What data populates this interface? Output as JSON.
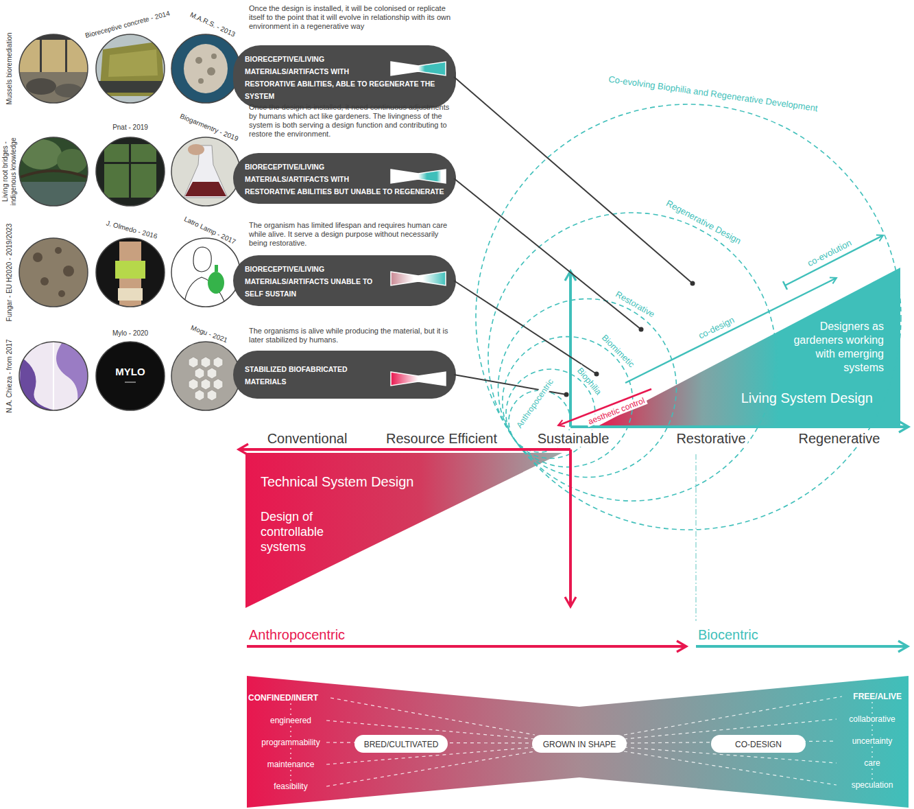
{
  "diagram": {
    "nodes": [
      {
        "text": [
          "BIORECEPTIVE/LIVING MATERIALS/ARTIFACTS WITH RESTORATIVE ABILITIES, ABLE TO REGENERATE THE SYSTEM"
        ]
      },
      {
        "text": [
          "BIORECEPTIVE/LIVING MATERIALS/ARTIFACTS WITH RESTORATIVE ABILITIES BUT UNABLE TO REGENERATE"
        ]
      },
      {
        "text": [
          "BIORECEPTIVE/LIVING MATERIALS/ARTIFACTS UNABLE TO SELF SUSTAIN"
        ]
      },
      {
        "text": [
          "STABILIZED BIOFABRICATED MATERIALS"
        ]
      },
      {
        "text": [
          "Designers as gardeners working with emerging systems",
          "Living System Design"
        ]
      },
      {
        "text": [
          "Technical System Design",
          "Design of controllable systems"
        ]
      },
      {
        "text": [
          "CONFINED/INERT",
          "engineered",
          "programmability",
          "maintenance",
          "feasibility",
          "FREE/ALIVE",
          "collaborative",
          "uncertainty",
          "care",
          "speculation"
        ]
      },
      {
        "text": [
          "BRED/CULTIVATED"
        ],
        "in": 6
      },
      {
        "text": [
          "GROWN IN SHAPE"
        ],
        "in": 6
      },
      {
        "text": [
          "CO-DESIGN"
        ],
        "in": 6
      }
    ],
    "labels": [
      "Mussels bioremediation",
      "Bioreceptive concrete - 2014",
      "M.A.R.S. - 2013",
      "Once the design is installed, it will be colonised or replicate itself to the point that it will evolve in relationship with its own environment in a regenerative way",
      "Living root bridges - indigenous knowledge",
      "Pnat - 2019",
      "Biogarmentry - 2019",
      "Once the design is installed, it need continuous adjustments by humans which act like gardeners. The livingness of the system is both serving a design function and contributing to restore the environment.",
      "Fungar - EU H2020 - 2019/2023",
      "J. Olmedo - 2016",
      "Latro Lamp - 2017",
      "The organism has limited lifespan and requires human care while alive. It serve a design purpose without necessarily being restorative.",
      "N.A. Chieza - from 2017",
      "Mylo - 2020",
      "Mogu - 2021",
      "MYLO",
      "The organisms is alive while producing the material, but it is later stabilized by humans.",
      "Co-evolving Biophilia and Regenerative Development",
      "Regenerative Design",
      "co-evolution",
      "Restorative",
      "co-design",
      "Biomimetic",
      "Biophilia",
      "Anthropocentric",
      "aesthetic control",
      "Conventional",
      "Resource Efficient",
      "Sustainable",
      "Restorative",
      "Regenerative",
      "Anthropocentric",
      "Biocentric"
    ]
  }
}
